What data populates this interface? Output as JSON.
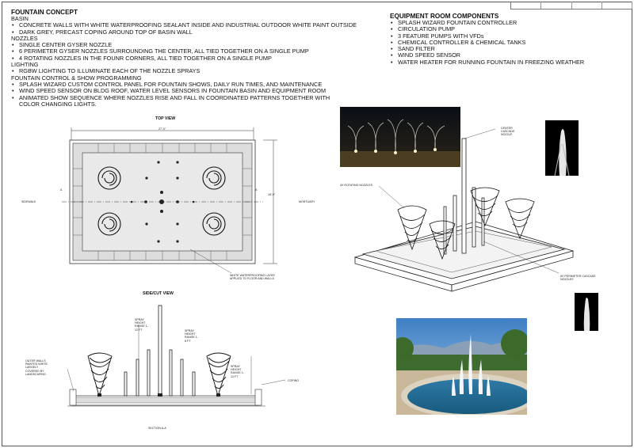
{
  "concept": {
    "heading": "FOUNTAIN CONCEPT",
    "basin_label": "BASIN",
    "basin_items": [
      "CONCRETE WALLS WITH WHITE WATERPROOFING SEALANT INSIDE AND INDUSTRIAL OUTDOOR WHITE PAINT OUTSIDE",
      "DARK GREY, PRECAST COPING AROUND TOP OF BASIN WALL"
    ],
    "nozzles_label": "NOZZLES",
    "nozzle_items": [
      "SINGLE CENTER GYSER NOZZLE",
      "6 PERIMETER GYSER NOZZLES SURROUNDING THE CENTER, ALL TIED TOGETHER ON A SINGLE PUMP",
      "4 ROTATING NOZZLES IN THE FOUNR CORNERS, ALL TIED TOGETHER ON A SINGLE PUMP"
    ],
    "lighting_label": "LIGHTING",
    "lighting_items": [
      "RGBW LIGHTING TO ILLUMINATE EACH OF THE NOZZLE SPRAYS"
    ],
    "control_label": "FOUNTAIN CONTROL & SHOW PROGRAMMING",
    "control_items": [
      "SPLASH WIZARD CUSTOM CONTROL PANEL FOR FOUNTAIN SHOWS, DAILY RUN TIMES, AND MAINTENANCE",
      "WIND SPEED SENSOR ON BLDG ROOF, WATER LEVEL SENSORS IN FOUNTAIN BASIN AND EQUIPMENT ROOM",
      "ANIMATED SHOW SEQUENCE WHERE NOZZLES RISE AND FALL IN COORDINATED PATTERNS TOGETHER WITH COLOR CHANGING LIGHTS."
    ]
  },
  "equipment": {
    "heading": "EQUIPMENT ROOM COMPONENTS",
    "items": [
      "SPLASH WIZARD FOUNTAIN CONTROLLER",
      "CIRCULATION PUMP",
      "3 FEATURE PUMPS WITH VFDs",
      "CHEMICAL CONTROLLER & CHEMICAL TANKS",
      "SAND FILTER",
      "WIND SPEED SENSOR",
      "WATER HEATER FOR RUNNING FOUNTAIN IN FREEZING WEATHER"
    ]
  },
  "top_view": {
    "title": "TOP VIEW",
    "width_dim": "27'-0\"",
    "height_dim": "18'-0\"",
    "left_label": "SIDEWALK",
    "right_label": "MORTUARY",
    "section_marker": "A",
    "waterproof_note": "WHITE WATERPROOFING LAYER APPLIED TO FLOOR AND WALLS"
  },
  "section_view": {
    "title": "SIDE/CUT VIEW",
    "spray_left": "SPRAY HEIGHT RANGE 1-12 FT",
    "spray_center": "SPRAY HEIGHT RANGE 1-8 FT",
    "spray_right": "SPRAY HEIGHT RANGE 1-12 FT",
    "outer_walls": "OUTER WALLS PAINTED WHITE, LARGELY COVERED BY LANDSCAPING",
    "coping": "COPING",
    "caption": "SECTION A-A"
  },
  "iso_view": {
    "center_cascade": "CENTER CASCADE NOZZLE",
    "rotating_nozzles": "4X ROTATING NOZZLES",
    "perimeter_cascade": "6X PERIMETER CASCADE NOZZLES"
  }
}
